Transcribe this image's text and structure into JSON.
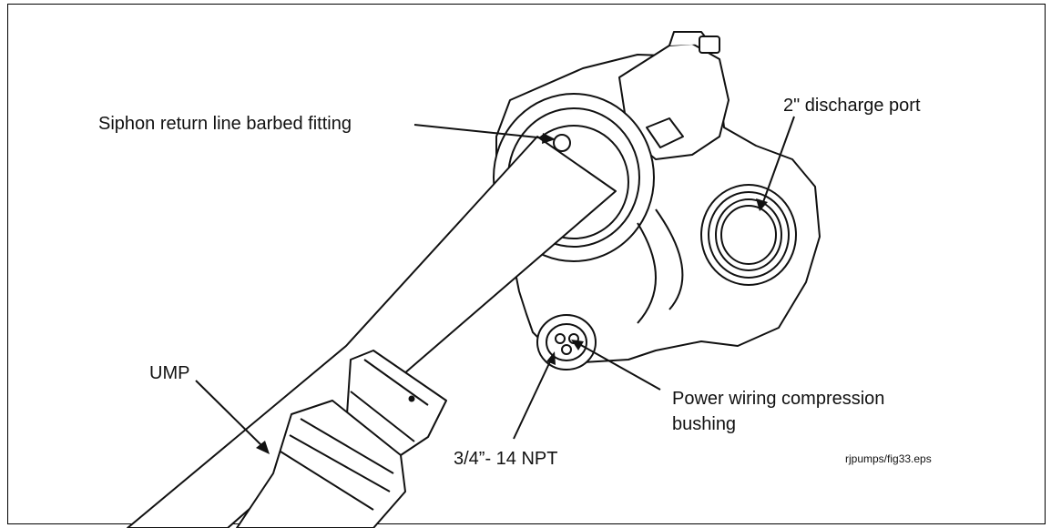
{
  "figure": {
    "labels": {
      "siphon": "Siphon return line barbed fitting",
      "discharge": "2\" discharge port",
      "ump": "UMP",
      "power_line1": "Power wiring compression",
      "power_line2": "bushing",
      "npt": "3/4”- 14 NPT"
    },
    "file_ref": "rjpumps/fig33.eps"
  }
}
